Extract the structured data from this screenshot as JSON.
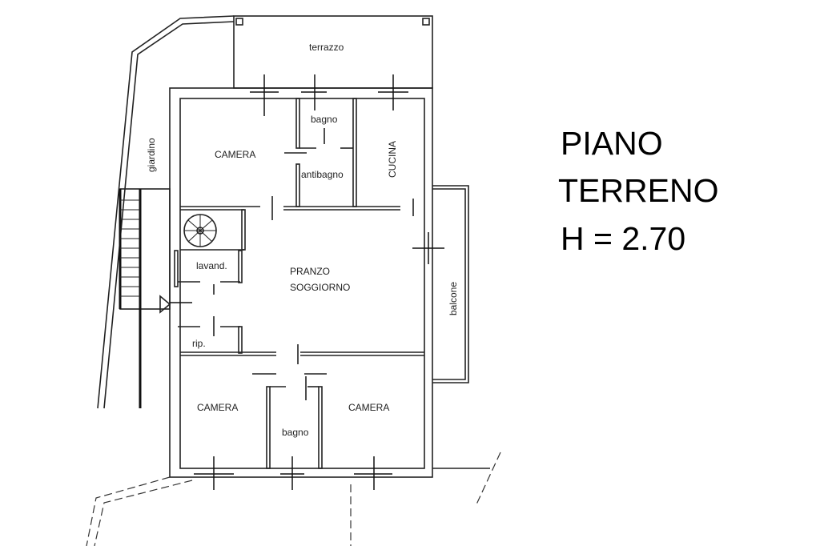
{
  "rooms": {
    "terrazzo": "terrazzo",
    "giardino": "giardino",
    "camera_top": "CAMERA",
    "bagno_top": "bagno",
    "antibagno": "antibagno",
    "cucina": "CUCINA",
    "lavand": "lavand.",
    "pranzo": "PRANZO",
    "soggiorno": "SOGGIORNO",
    "rip": "rip.",
    "balcone": "balcone",
    "camera_left": "CAMERA",
    "bagno_bottom": "bagno",
    "camera_right": "CAMERA"
  },
  "title": {
    "line1": "PIANO",
    "line2": "TERRENO",
    "line3": "H = 2.70"
  }
}
